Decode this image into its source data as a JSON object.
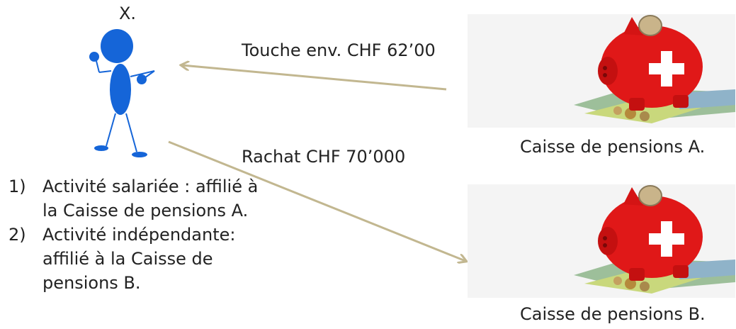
{
  "person": {
    "label": "X."
  },
  "arrows": {
    "top_label": "Touche env. CHF 62’00",
    "bottom_label": "Rachat CHF 70’000"
  },
  "funds": {
    "a_label": "Caisse de pensions A.",
    "b_label": "Caisse de pensions B."
  },
  "activities": [
    {
      "number": "1)",
      "text": "Activité salariée : affilié à la Caisse de pensions A."
    },
    {
      "number": "2)",
      "text": "Activité indépendante: affilié à la Caisse de pensions B."
    }
  ],
  "colors": {
    "person": "#1565d8",
    "arrow": "#c2b790",
    "piggy": "#e01818",
    "cross": "#ffffff"
  }
}
